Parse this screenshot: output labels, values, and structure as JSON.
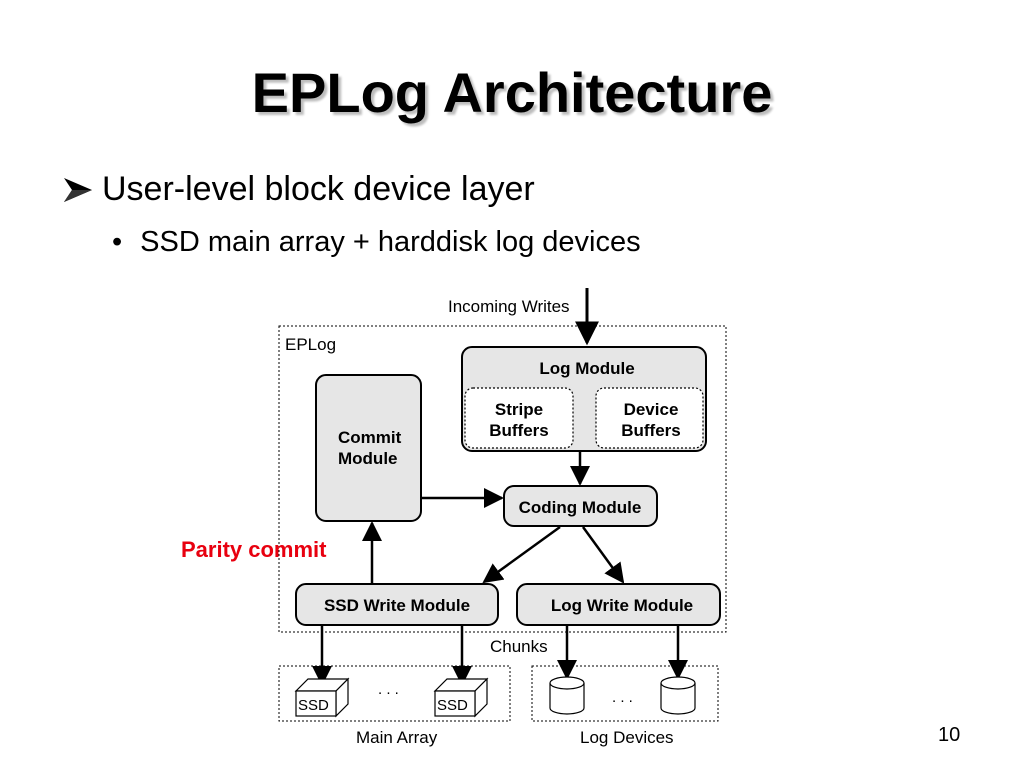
{
  "slide": {
    "title": "EPLog Architecture",
    "bullet_level1": "User-level block device layer",
    "bullet_level2": "SSD main array + harddisk log devices",
    "page_number": "10"
  },
  "diagram": {
    "incoming_writes": "Incoming Writes",
    "eplog_label": "EPLog",
    "log_module": "Log Module",
    "stripe_buffers": [
      "Stripe",
      "Buffers"
    ],
    "device_buffers": [
      "Device",
      "Buffers"
    ],
    "commit_module": [
      "Commit",
      "Module"
    ],
    "coding_module": "Coding Module",
    "parity_commit": "Parity commit",
    "ssd_write_module": "SSD Write Module",
    "log_write_module": "Log Write Module",
    "chunks": "Chunks",
    "ssd_label": "SSD",
    "ellipsis": ". . .",
    "main_array": "Main Array",
    "log_devices": "Log Devices",
    "colors": {
      "accent_red": "#e8000f",
      "box_fill": "#e6e6e6"
    }
  }
}
